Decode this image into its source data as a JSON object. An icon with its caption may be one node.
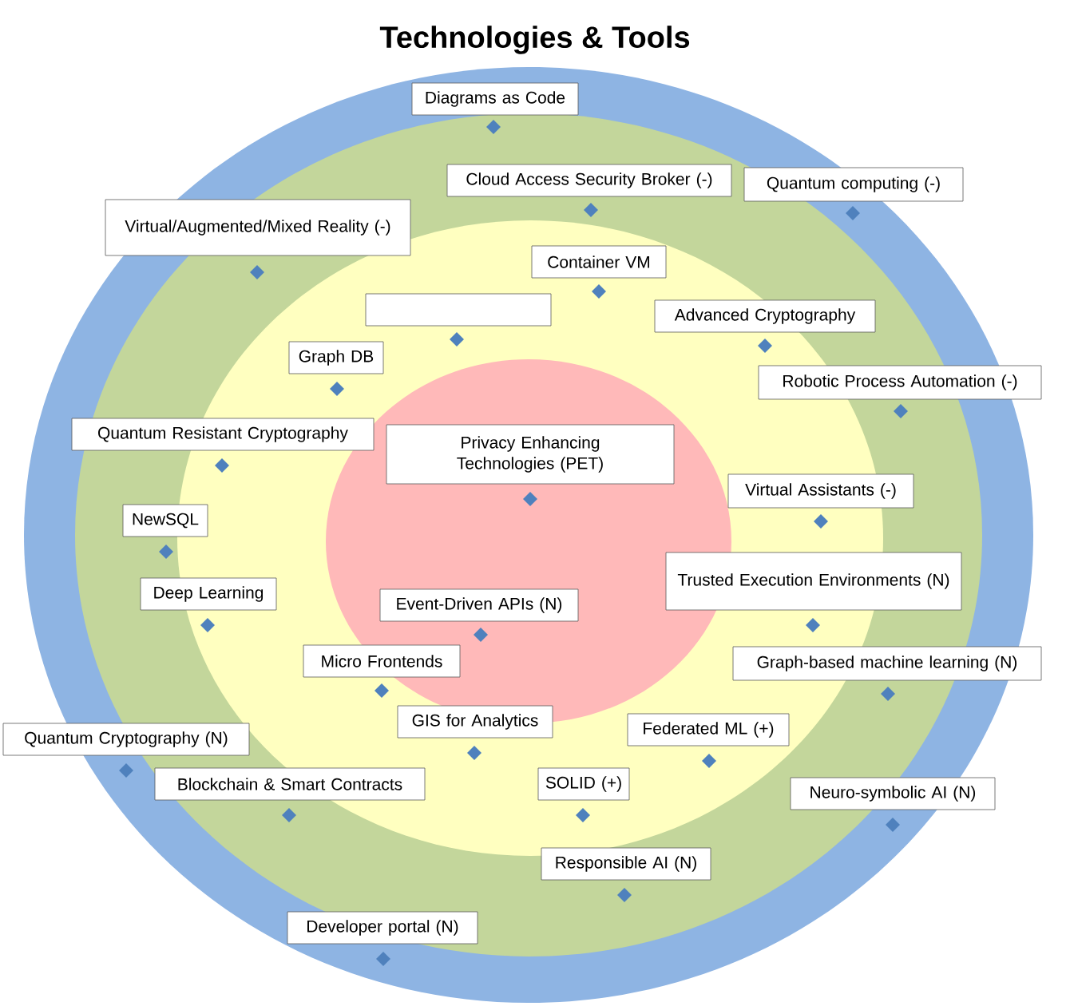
{
  "diagram": {
    "title": "Technologies & Tools",
    "nodes": [
      {
        "text": [
          "Diagrams as Code"
        ]
      },
      {
        "text": [
          "Cloud Access Security Broker (-)"
        ]
      },
      {
        "text": [
          "Quantum computing (-)"
        ]
      },
      {
        "text": [
          "Virtual/Augmented/Mixed Reality (-)"
        ]
      },
      {
        "text": [
          "Container VM"
        ]
      },
      {
        "text": [],
        "shape": "box"
      },
      {
        "text": [
          "Advanced Cryptography"
        ]
      },
      {
        "text": [
          "Graph DB"
        ]
      },
      {
        "text": [
          "Robotic Process Automation (-)"
        ]
      },
      {
        "text": [
          "Quantum Resistant Cryptography"
        ]
      },
      {
        "text": [
          "Privacy Enhancing Technologies (PET)"
        ]
      },
      {
        "text": [
          "Virtual Assistants (-)"
        ]
      },
      {
        "text": [
          "NewSQL"
        ]
      },
      {
        "text": [
          "Trusted Execution Environments (N)"
        ]
      },
      {
        "text": [
          "Deep Learning"
        ]
      },
      {
        "text": [
          "Event-Driven APIs (N)"
        ]
      },
      {
        "text": [
          "Micro Frontends"
        ]
      },
      {
        "text": [
          "Graph-based machine learning (N)"
        ]
      },
      {
        "text": [
          "GIS for Analytics"
        ]
      },
      {
        "text": [
          "Federated ML (+)"
        ]
      },
      {
        "text": [
          "Quantum Cryptography (N)"
        ]
      },
      {
        "text": [
          "SOLID (+)"
        ]
      },
      {
        "text": [
          "Blockchain & Smart Contracts"
        ]
      },
      {
        "text": [
          "Neuro-symbolic AI (N)"
        ]
      },
      {
        "text": [
          "Responsible AI (N)"
        ]
      },
      {
        "text": [
          "Developer portal (N)"
        ]
      }
    ]
  }
}
